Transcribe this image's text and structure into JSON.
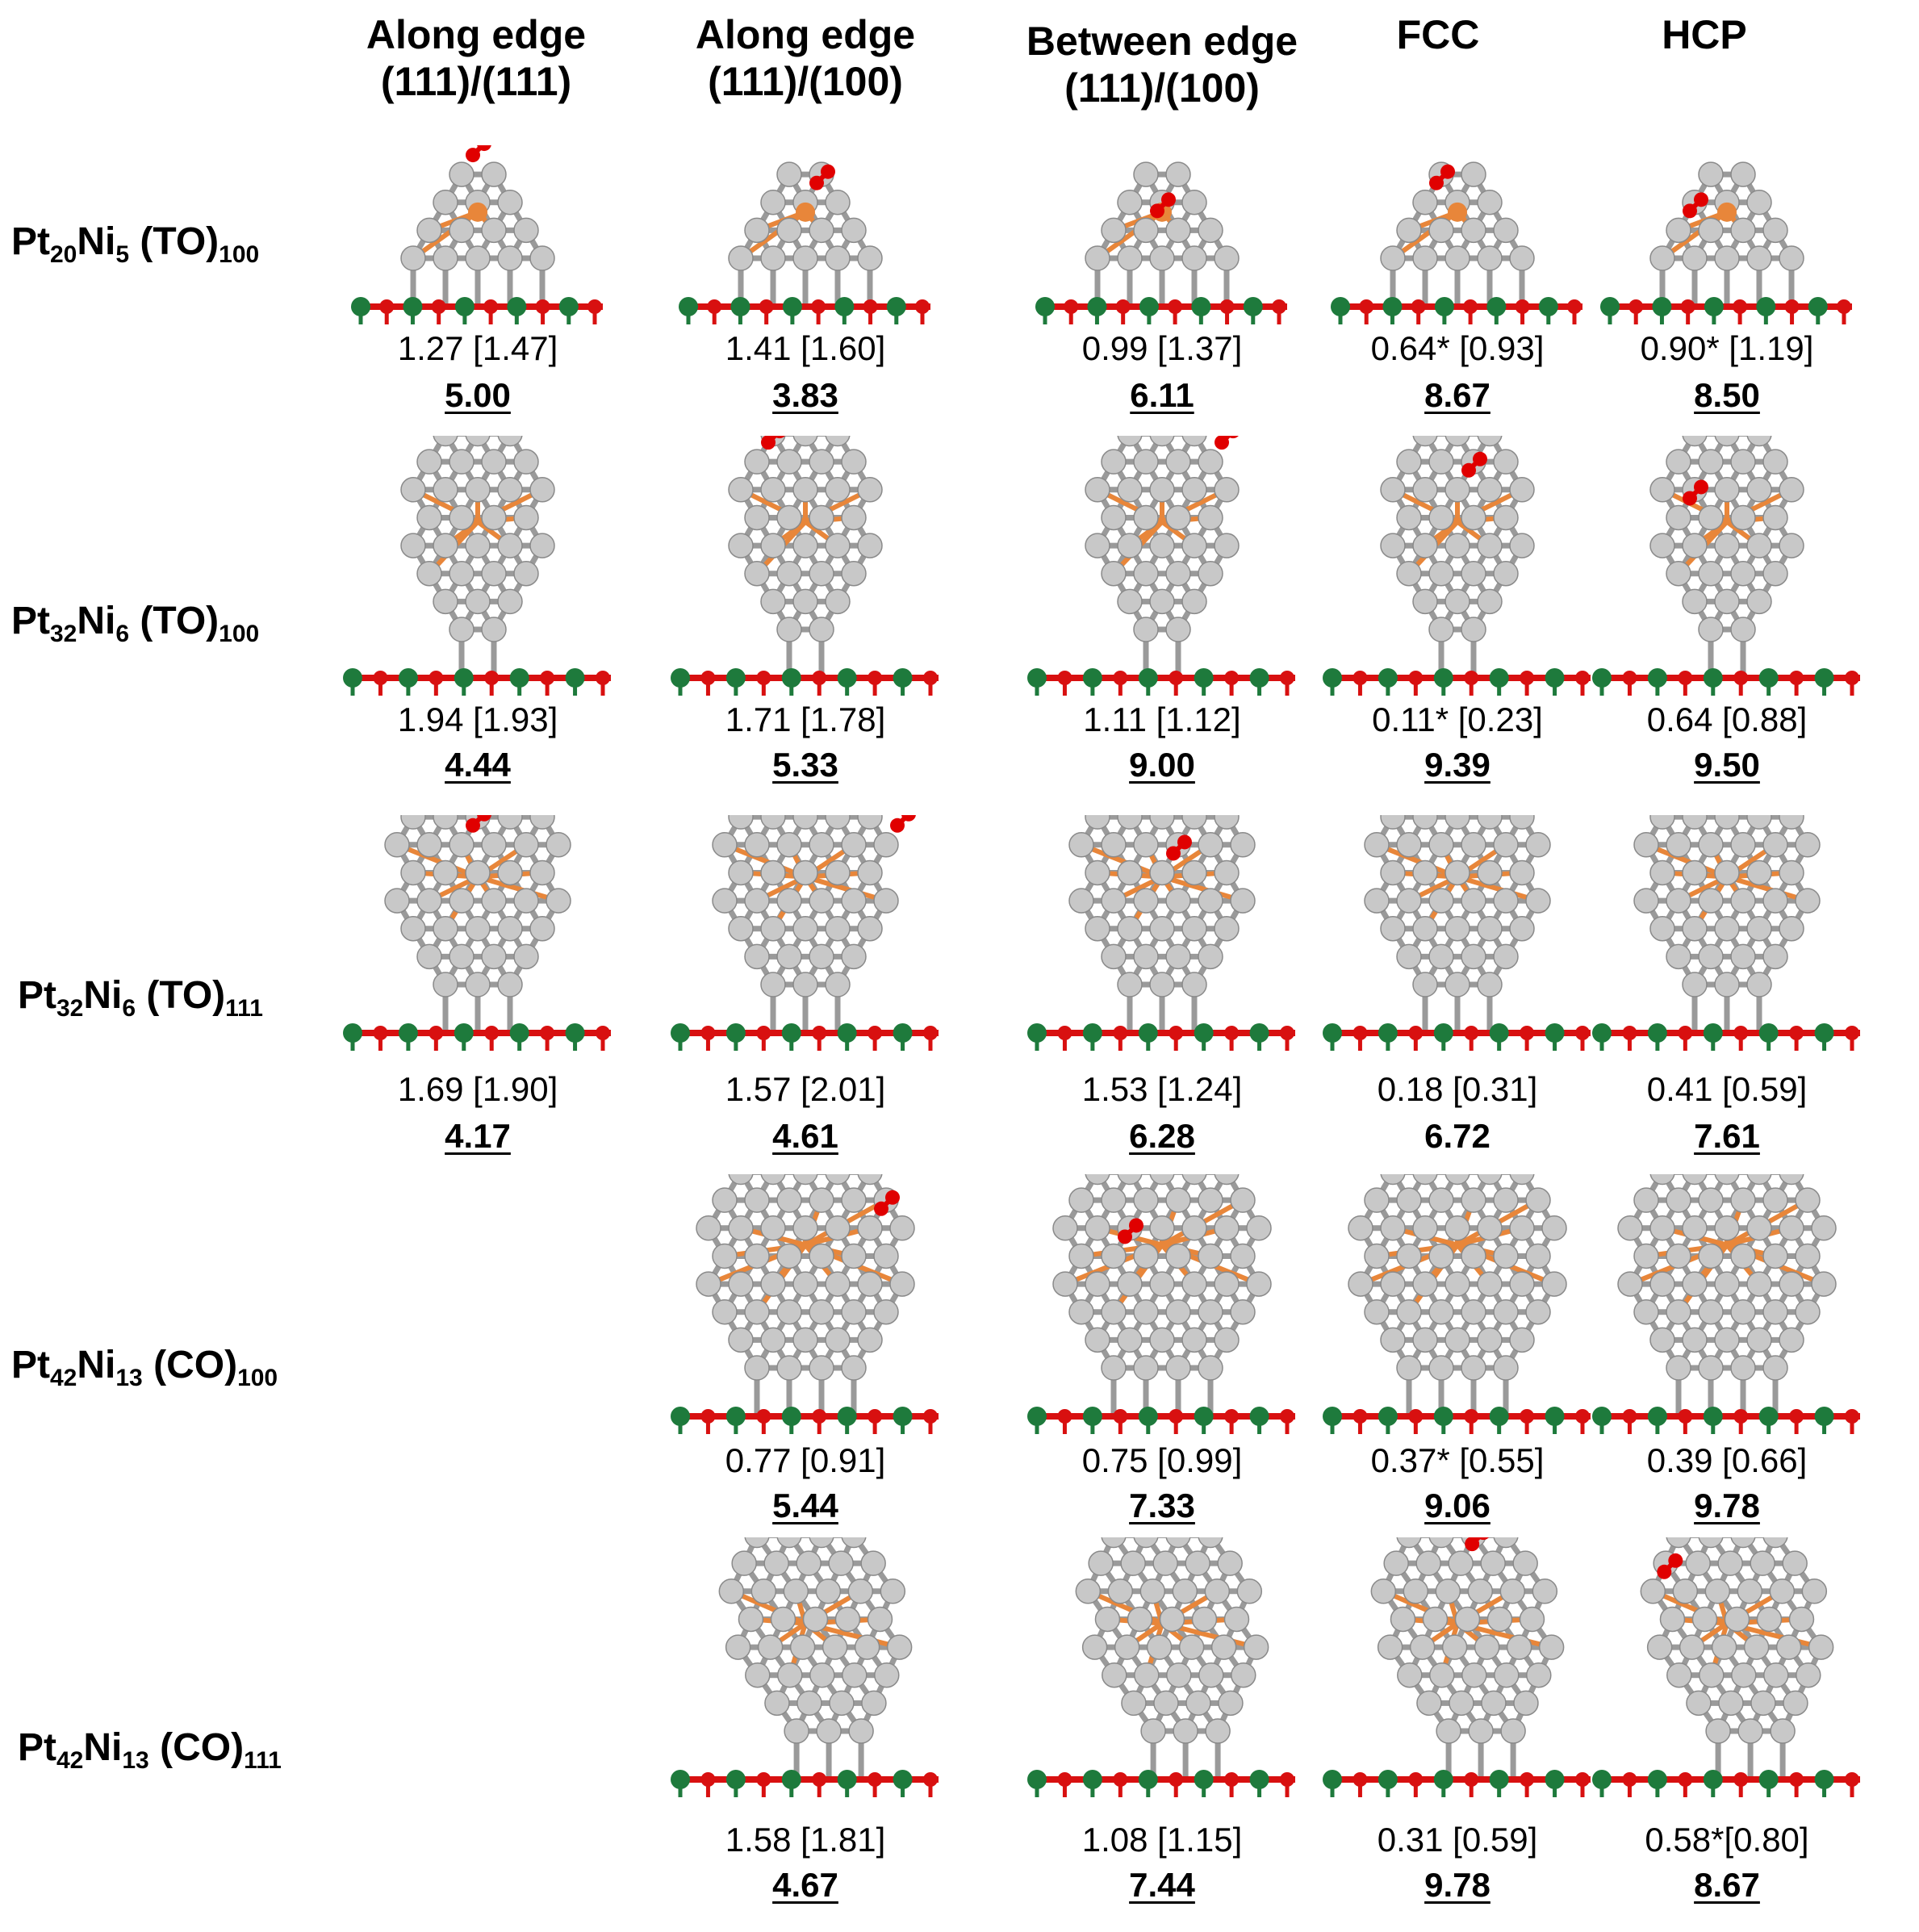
{
  "columns": [
    {
      "line1": "Along edge",
      "line2": "(111)/(111)"
    },
    {
      "line1": "Along edge",
      "line2": "(111)/(100)"
    },
    {
      "line1": "Between edge",
      "line2": "(111)/(100)"
    },
    {
      "line1": "FCC",
      "line2": ""
    },
    {
      "line1": "HCP",
      "line2": ""
    }
  ],
  "rows": [
    {
      "base": "Pt",
      "n1": "20",
      "mid": "Ni",
      "n2": "5",
      "shape": " (TO)",
      "facet": "100"
    },
    {
      "base": "Pt",
      "n1": "32",
      "mid": "Ni",
      "n2": "6",
      "shape": " (TO)",
      "facet": "100"
    },
    {
      "base": "Pt",
      "n1": "32",
      "mid": "Ni",
      "n2": "6",
      "shape": " (TO)",
      "facet": "111"
    },
    {
      "base": "Pt",
      "n1": "42",
      "mid": "Ni",
      "n2": "13",
      "shape": " (CO)",
      "facet": "100"
    },
    {
      "base": "Pt",
      "n1": "42",
      "mid": "Ni",
      "n2": "13",
      "shape": " (CO)",
      "facet": "111"
    }
  ],
  "cells": [
    {
      "row": 0,
      "col": 0,
      "energy": "1.27 [1.47]",
      "score": "5.00",
      "underlined": true,
      "cluster": "small"
    },
    {
      "row": 0,
      "col": 1,
      "energy": "1.41 [1.60]",
      "score": "3.83",
      "underlined": true,
      "cluster": "small"
    },
    {
      "row": 0,
      "col": 2,
      "energy": "0.99 [1.37]",
      "score": "6.11",
      "underlined": true,
      "cluster": "small"
    },
    {
      "row": 0,
      "col": 3,
      "energy": "0.64* [0.93]",
      "score": "8.67",
      "underlined": true,
      "cluster": "small"
    },
    {
      "row": 0,
      "col": 4,
      "energy": "0.90* [1.19]",
      "score": "8.50",
      "underlined": true,
      "cluster": "small"
    },
    {
      "row": 1,
      "col": 0,
      "energy": "1.94 [1.93]",
      "score": "4.44",
      "underlined": true,
      "cluster": "tall"
    },
    {
      "row": 1,
      "col": 1,
      "energy": "1.71 [1.78]",
      "score": "5.33",
      "underlined": true,
      "cluster": "tall"
    },
    {
      "row": 1,
      "col": 2,
      "energy": "1.11 [1.12]",
      "score": "9.00",
      "underlined": true,
      "cluster": "tall"
    },
    {
      "row": 1,
      "col": 3,
      "energy": "0.11* [0.23]",
      "score": "9.39",
      "underlined": true,
      "cluster": "tall"
    },
    {
      "row": 1,
      "col": 4,
      "energy": "0.64 [0.88]",
      "score": "9.50",
      "underlined": true,
      "cluster": "tall"
    },
    {
      "row": 2,
      "col": 0,
      "energy": "1.69 [1.90]",
      "score": "4.17",
      "underlined": true,
      "cluster": "dense"
    },
    {
      "row": 2,
      "col": 1,
      "energy": "1.57 [2.01]",
      "score": "4.61",
      "underlined": true,
      "cluster": "dense"
    },
    {
      "row": 2,
      "col": 2,
      "energy": "1.53 [1.24]",
      "score": "6.28",
      "underlined": true,
      "cluster": "dense"
    },
    {
      "row": 2,
      "col": 3,
      "energy": "0.18 [0.31]",
      "score": "6.72",
      "underlined": false,
      "cluster": "dense"
    },
    {
      "row": 2,
      "col": 4,
      "energy": "0.41 [0.59]",
      "score": "7.61",
      "underlined": true,
      "cluster": "dense"
    },
    {
      "row": 3,
      "col": 1,
      "energy": "0.77 [0.91]",
      "score": "5.44",
      "underlined": true,
      "cluster": "big"
    },
    {
      "row": 3,
      "col": 2,
      "energy": "0.75 [0.99]",
      "score": "7.33",
      "underlined": true,
      "cluster": "big"
    },
    {
      "row": 3,
      "col": 3,
      "energy": "0.37* [0.55]",
      "score": "9.06",
      "underlined": true,
      "cluster": "big"
    },
    {
      "row": 3,
      "col": 4,
      "energy": "0.39 [0.66]",
      "score": "9.78",
      "underlined": true,
      "cluster": "big"
    },
    {
      "row": 4,
      "col": 1,
      "energy": "1.58 [1.81]",
      "score": "4.67",
      "underlined": true,
      "cluster": "tilted"
    },
    {
      "row": 4,
      "col": 2,
      "energy": "1.08 [1.15]",
      "score": "7.44",
      "underlined": true,
      "cluster": "tilted"
    },
    {
      "row": 4,
      "col": 3,
      "energy": "0.31 [0.59]",
      "score": "9.78",
      "underlined": true,
      "cluster": "tilted"
    },
    {
      "row": 4,
      "col": 4,
      "energy": "0.58*[0.80]",
      "score": "8.67",
      "underlined": true,
      "cluster": "tilted"
    }
  ],
  "colors": {
    "pt_atom": "#c8c8c8",
    "ni_bond": "#e8863a",
    "o_atom": "#e00000",
    "support_green": "#1e7a3c",
    "support_red": "#d81010",
    "bond_grey": "#9a9a9a"
  }
}
